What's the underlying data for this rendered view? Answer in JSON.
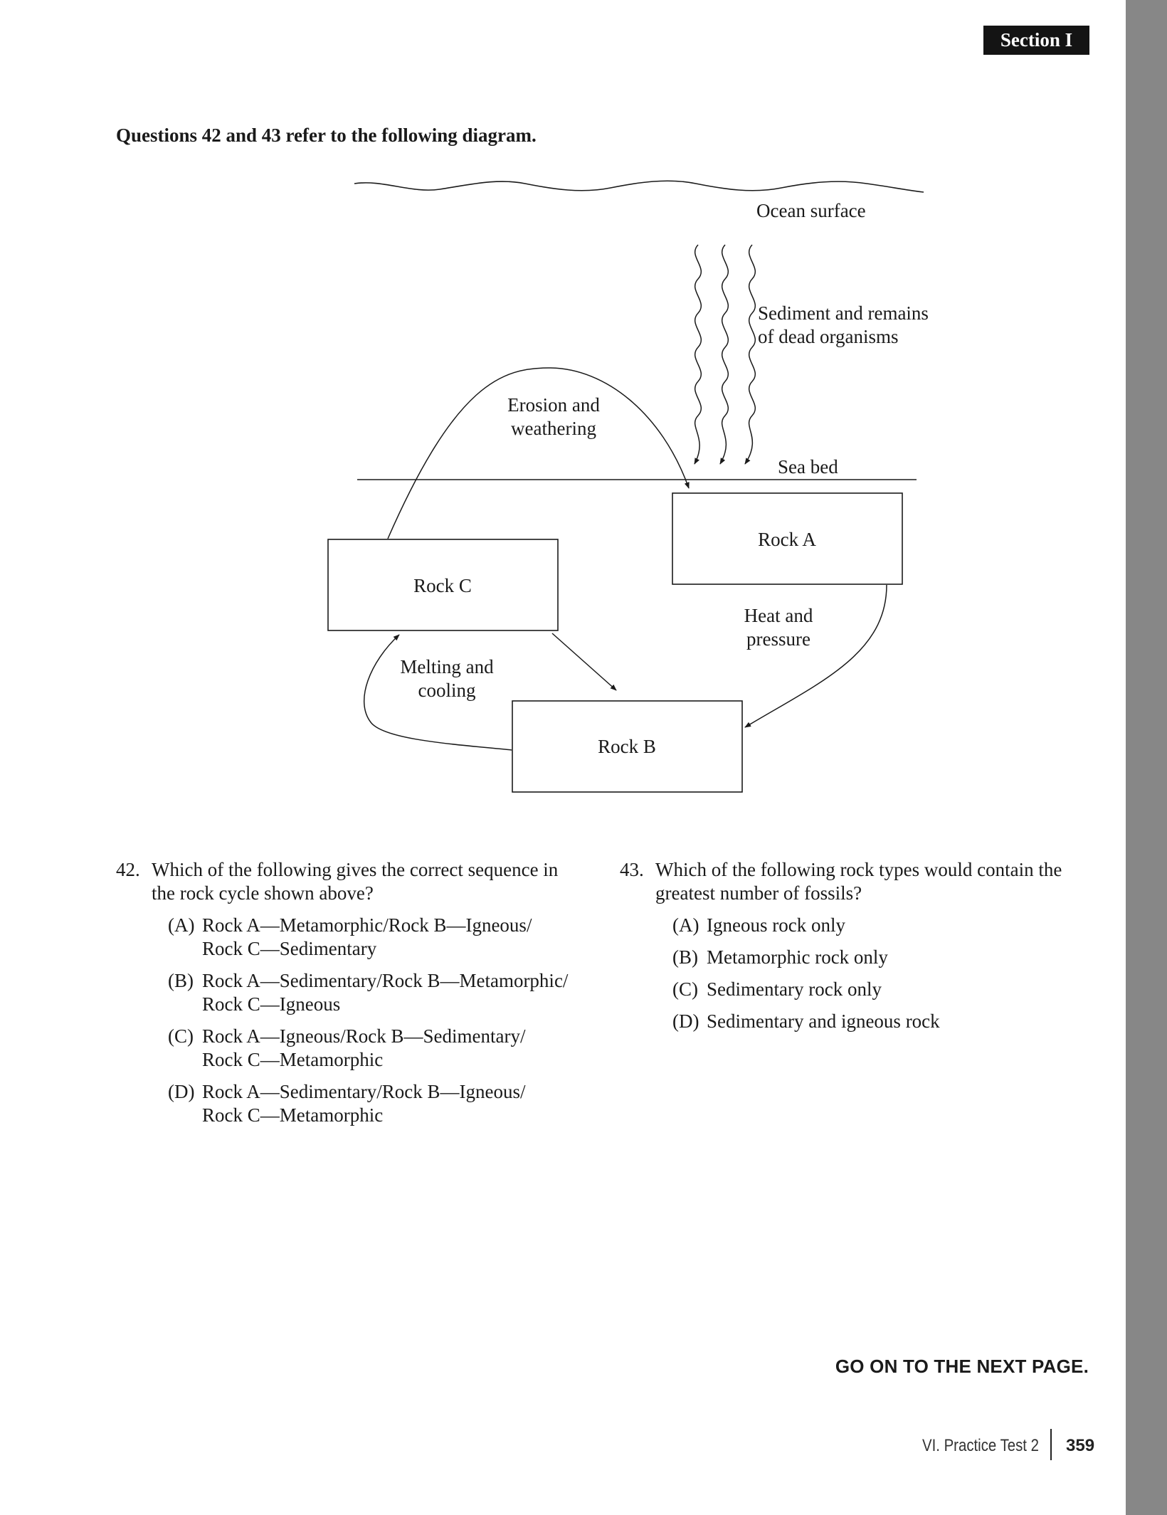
{
  "header": {
    "section_tab": "Section I"
  },
  "intro": "Questions 42 and 43 refer to the following diagram.",
  "diagram": {
    "ocean_surface": "Ocean surface",
    "sediment_line1": "Sediment and remains",
    "sediment_line2": "of dead organisms",
    "erosion_line1": "Erosion and",
    "erosion_line2": "weathering",
    "sea_bed": "Sea bed",
    "rock_a": "Rock A",
    "rock_b": "Rock B",
    "rock_c": "Rock C",
    "heat_line1": "Heat and",
    "heat_line2": "pressure",
    "melting_line1": "Melting and",
    "melting_line2": "cooling"
  },
  "q42": {
    "number": "42.",
    "stem": "Which of the following gives the correct sequence in the rock cycle shown above?",
    "options": [
      {
        "letter": "(A)",
        "line1": "Rock A—Metamorphic/Rock B—Igneous/",
        "line2": "Rock C—Sedimentary"
      },
      {
        "letter": "(B)",
        "line1": "Rock A—Sedimentary/Rock B—Metamorphic/",
        "line2": "Rock C—Igneous"
      },
      {
        "letter": "(C)",
        "line1": "Rock A—Igneous/Rock B—Sedimentary/",
        "line2": "Rock C—Metamorphic"
      },
      {
        "letter": "(D)",
        "line1": "Rock A—Sedimentary/Rock B—Igneous/",
        "line2": "Rock C—Metamorphic"
      }
    ]
  },
  "q43": {
    "number": "43.",
    "stem": "Which of the following rock types would contain the greatest number of fossils?",
    "options": [
      {
        "letter": "(A)",
        "text": "Igneous rock only"
      },
      {
        "letter": "(B)",
        "text": "Metamorphic rock only"
      },
      {
        "letter": "(C)",
        "text": "Sedimentary rock only"
      },
      {
        "letter": "(D)",
        "text": "Sedimentary and igneous rock"
      }
    ]
  },
  "footer": {
    "next_page": "GO ON TO THE NEXT PAGE.",
    "label": "VI. Practice Test 2",
    "page_number": "359"
  }
}
